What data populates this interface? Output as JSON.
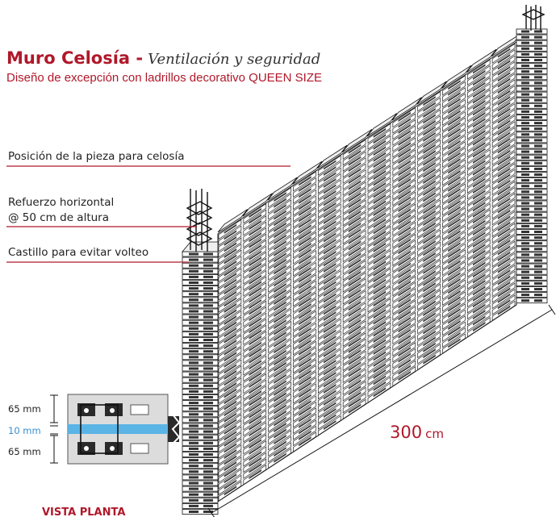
{
  "title": {
    "main": "Muro Celosía -",
    "script": "Ventilación y seguridad",
    "subtitle": "Diseño de excepción con ladrillos decorativo QUEEN SIZE"
  },
  "callouts": {
    "piece_position": "Posición de la pieza para celosía",
    "reinforcement_line1": "Refuerzo horizontal",
    "reinforcement_line2": "@ 50 cm de altura",
    "castillo": "Castillo para evitar volteo"
  },
  "plan_dimensions": {
    "top": "65 mm",
    "middle": "10 mm",
    "bottom": "65 mm"
  },
  "wall_length": {
    "value": "300",
    "unit": "cm"
  },
  "plan_view_title": "VISTA PLANTA",
  "colors": {
    "accent_red": "#b0182a",
    "mortar_blue": "#5ab4e5",
    "brick_outline": "#1a1a1a"
  },
  "icons": [
    "wall-illustration",
    "rebar-cage-icon",
    "plan-section-icon",
    "break-line-icon"
  ]
}
